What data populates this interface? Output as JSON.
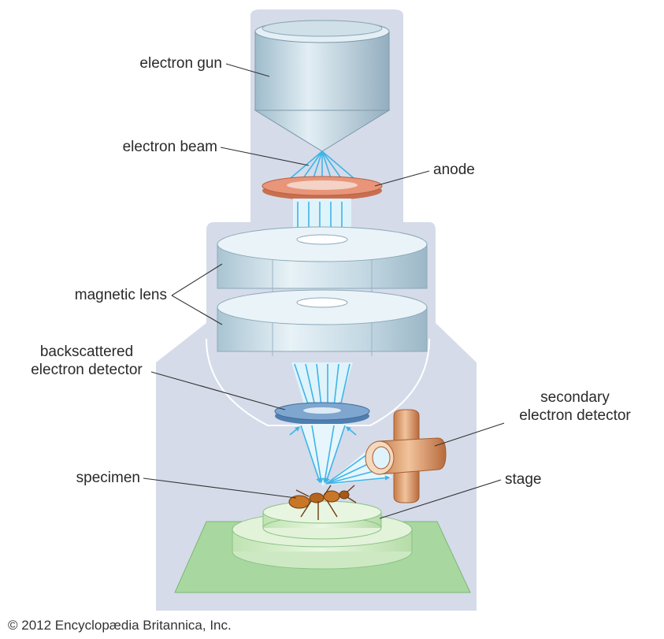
{
  "labels": {
    "electron_gun": "electron gun",
    "electron_beam": "electron beam",
    "anode": "anode",
    "magnetic_lens": "magnetic lens",
    "backscattered_line1": "backscattered",
    "backscattered_line2": "electron detector",
    "secondary_line1": "secondary",
    "secondary_line2": "electron detector",
    "specimen": "specimen",
    "stage": "stage"
  },
  "copyright": "© 2012 Encyclopædia Britannica, Inc.",
  "colors": {
    "housing": "#d5dbe9",
    "lens": "#c9dde6",
    "anode": "#e18a6c",
    "beam": "#3fb4e8",
    "detector_ring": "#5f8fc0",
    "secondary_detector": "#e0a36e",
    "stage_base": "#a8d8a0",
    "specimen": "#b5651d"
  }
}
